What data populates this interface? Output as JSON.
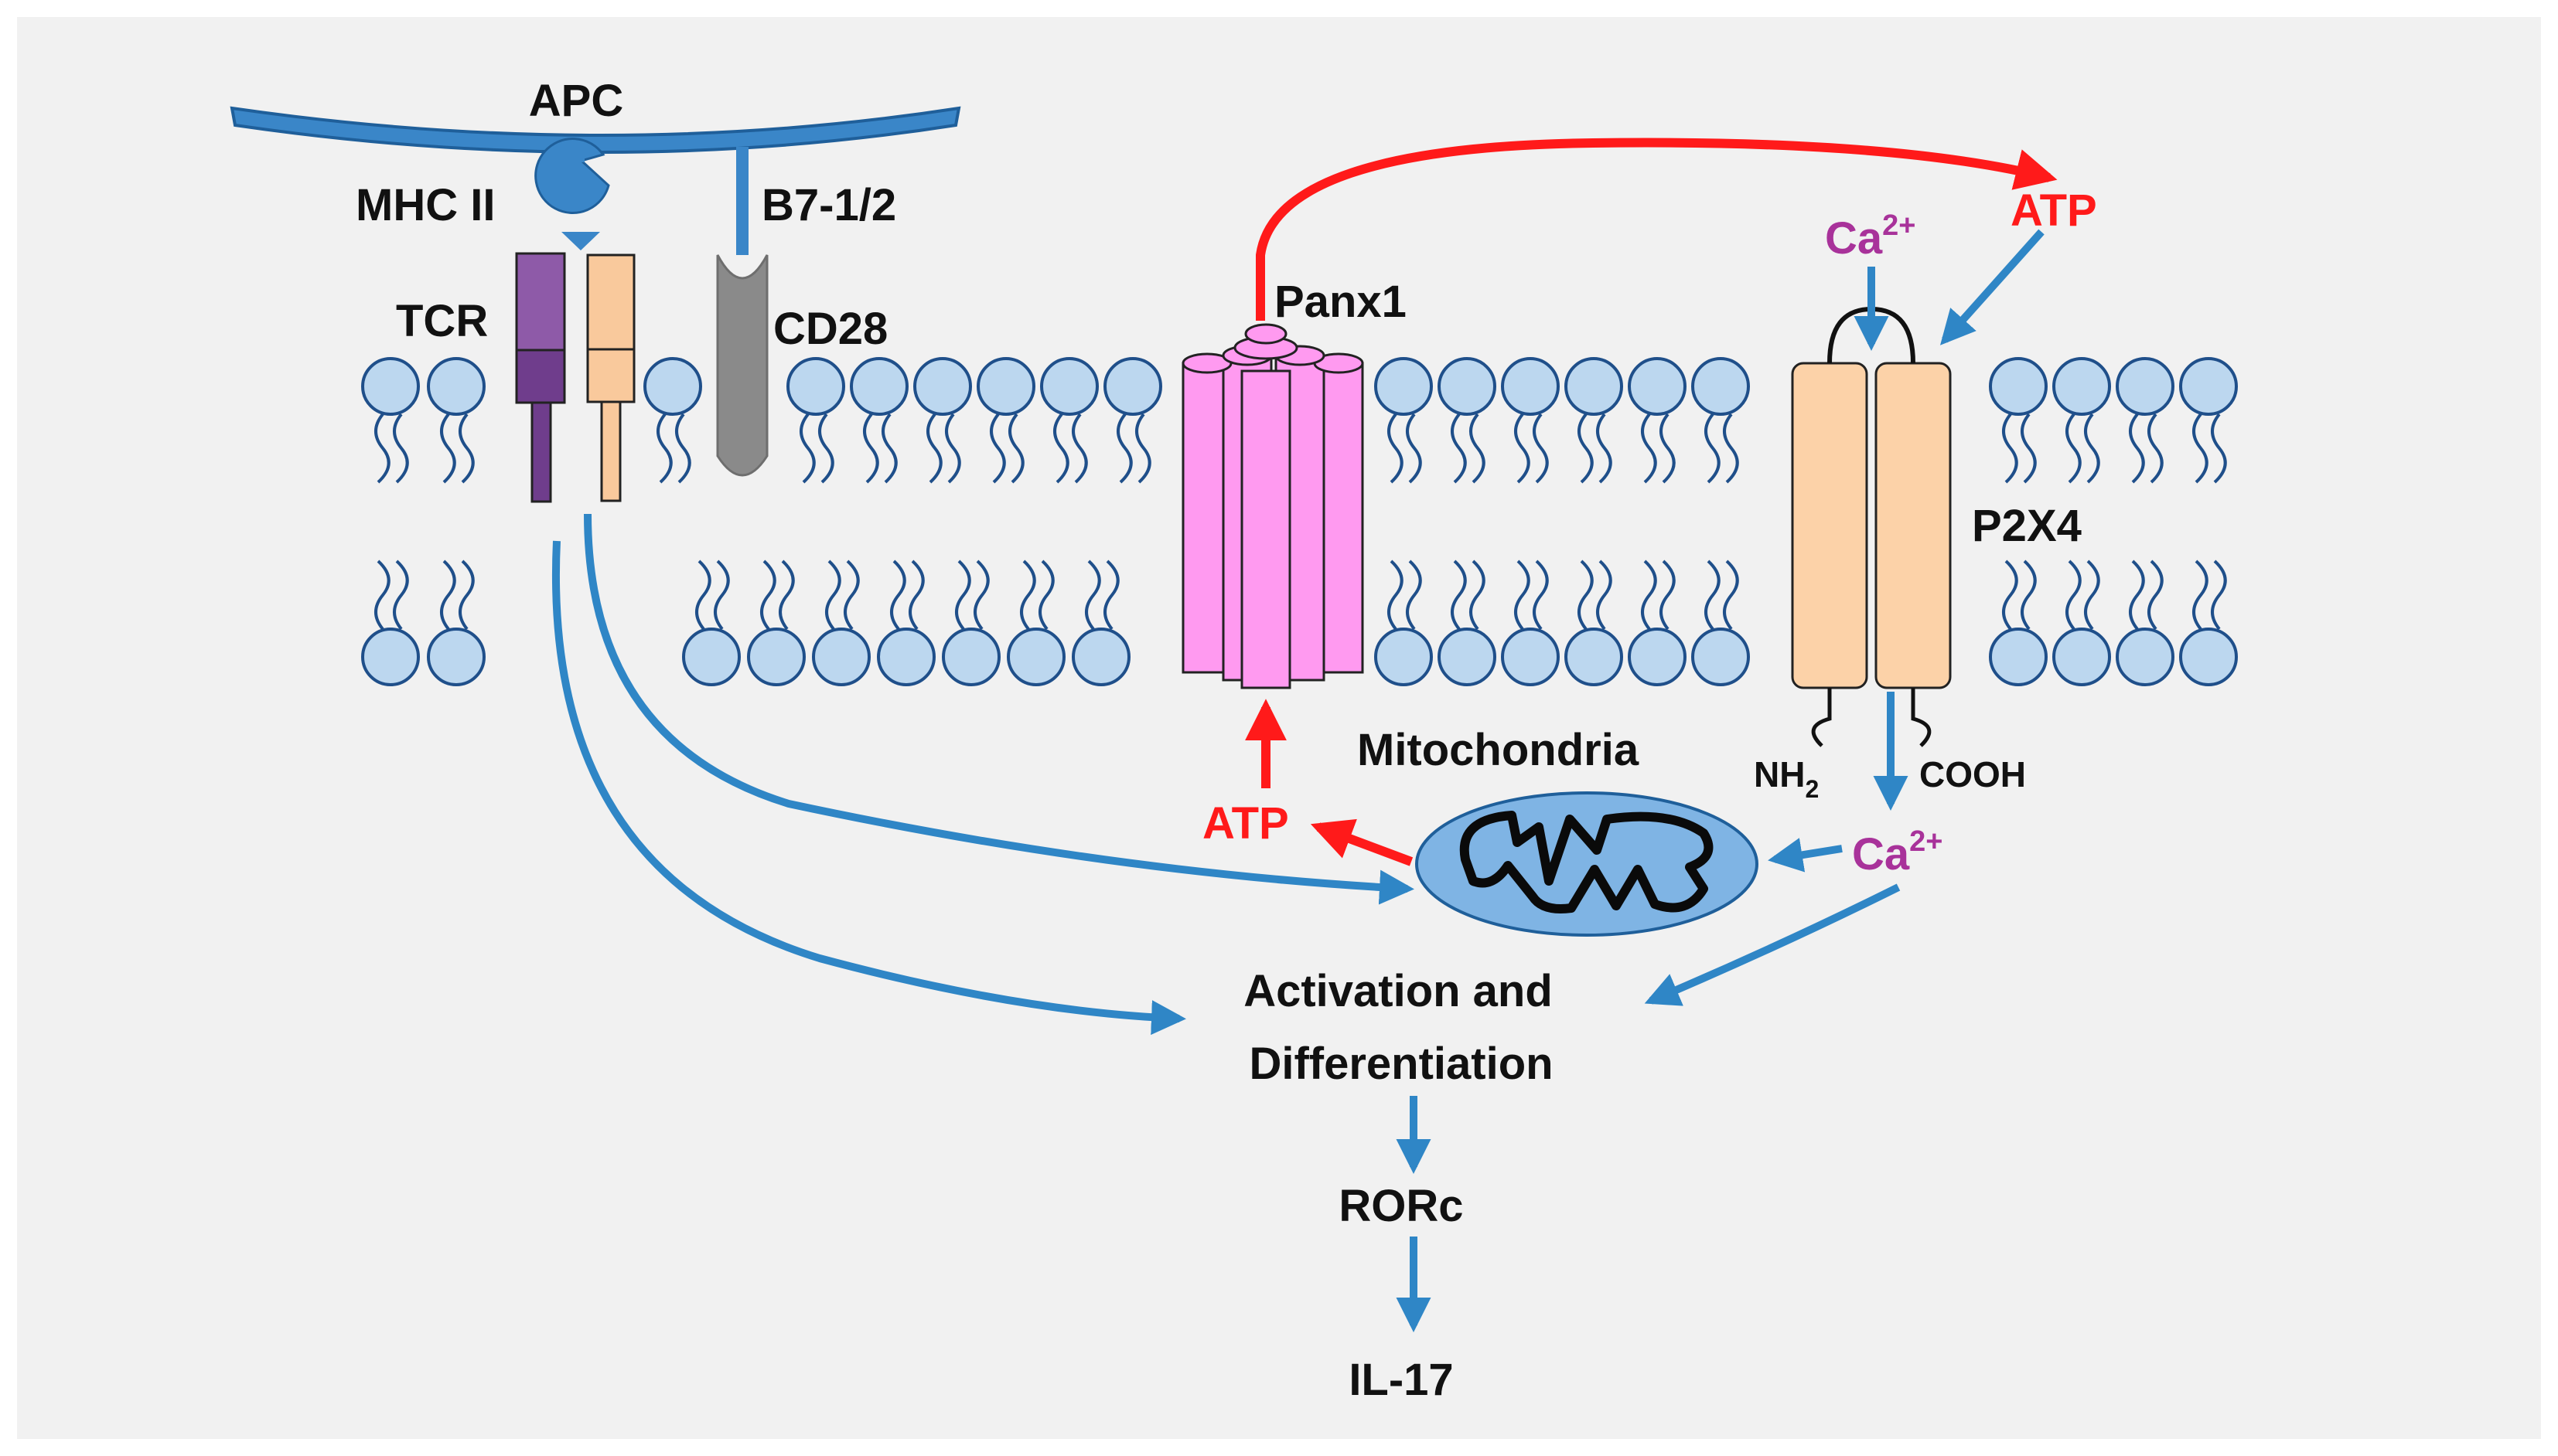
{
  "labels": {
    "apc": "APC",
    "mhc": "MHC II",
    "b7": "B7-1/2",
    "tcr": "TCR",
    "cd28": "CD28",
    "panx1": "Panx1",
    "p2x4": "P2X4",
    "mito": "Mitochondria",
    "activation_line1": "Activation and",
    "activation_line2": "Differentiation",
    "rorc": "RORc",
    "il17": "IL-17",
    "atp_top": "ATP",
    "atp_bottom": "ATP",
    "ca_top_base": "Ca",
    "ca_top_sup": "2+",
    "ca_bottom_base": "Ca",
    "ca_bottom_sup": "2+",
    "nh2_base": "NH",
    "nh2_sub": "2",
    "cooh": "COOH"
  },
  "colors": {
    "background": "#f1f1f1",
    "membrane_fill": "#bcd7ef",
    "membrane_stroke": "#1f4f8a",
    "apc_blue": "#3a86c8",
    "arrow_blue": "#2f86c6",
    "arrow_red": "#ff1a1a",
    "tcr_purple": "#8e5aa8",
    "tcr_peach": "#f9c99c",
    "cd28_gray": "#8a8a8a",
    "panx1_pink": "#ff9af0",
    "p2x4_peach": "#fcd2a8",
    "calcium_magenta": "#a8329a",
    "atp_red": "#ff1a1a",
    "mito_fill": "#7fb4e4"
  }
}
